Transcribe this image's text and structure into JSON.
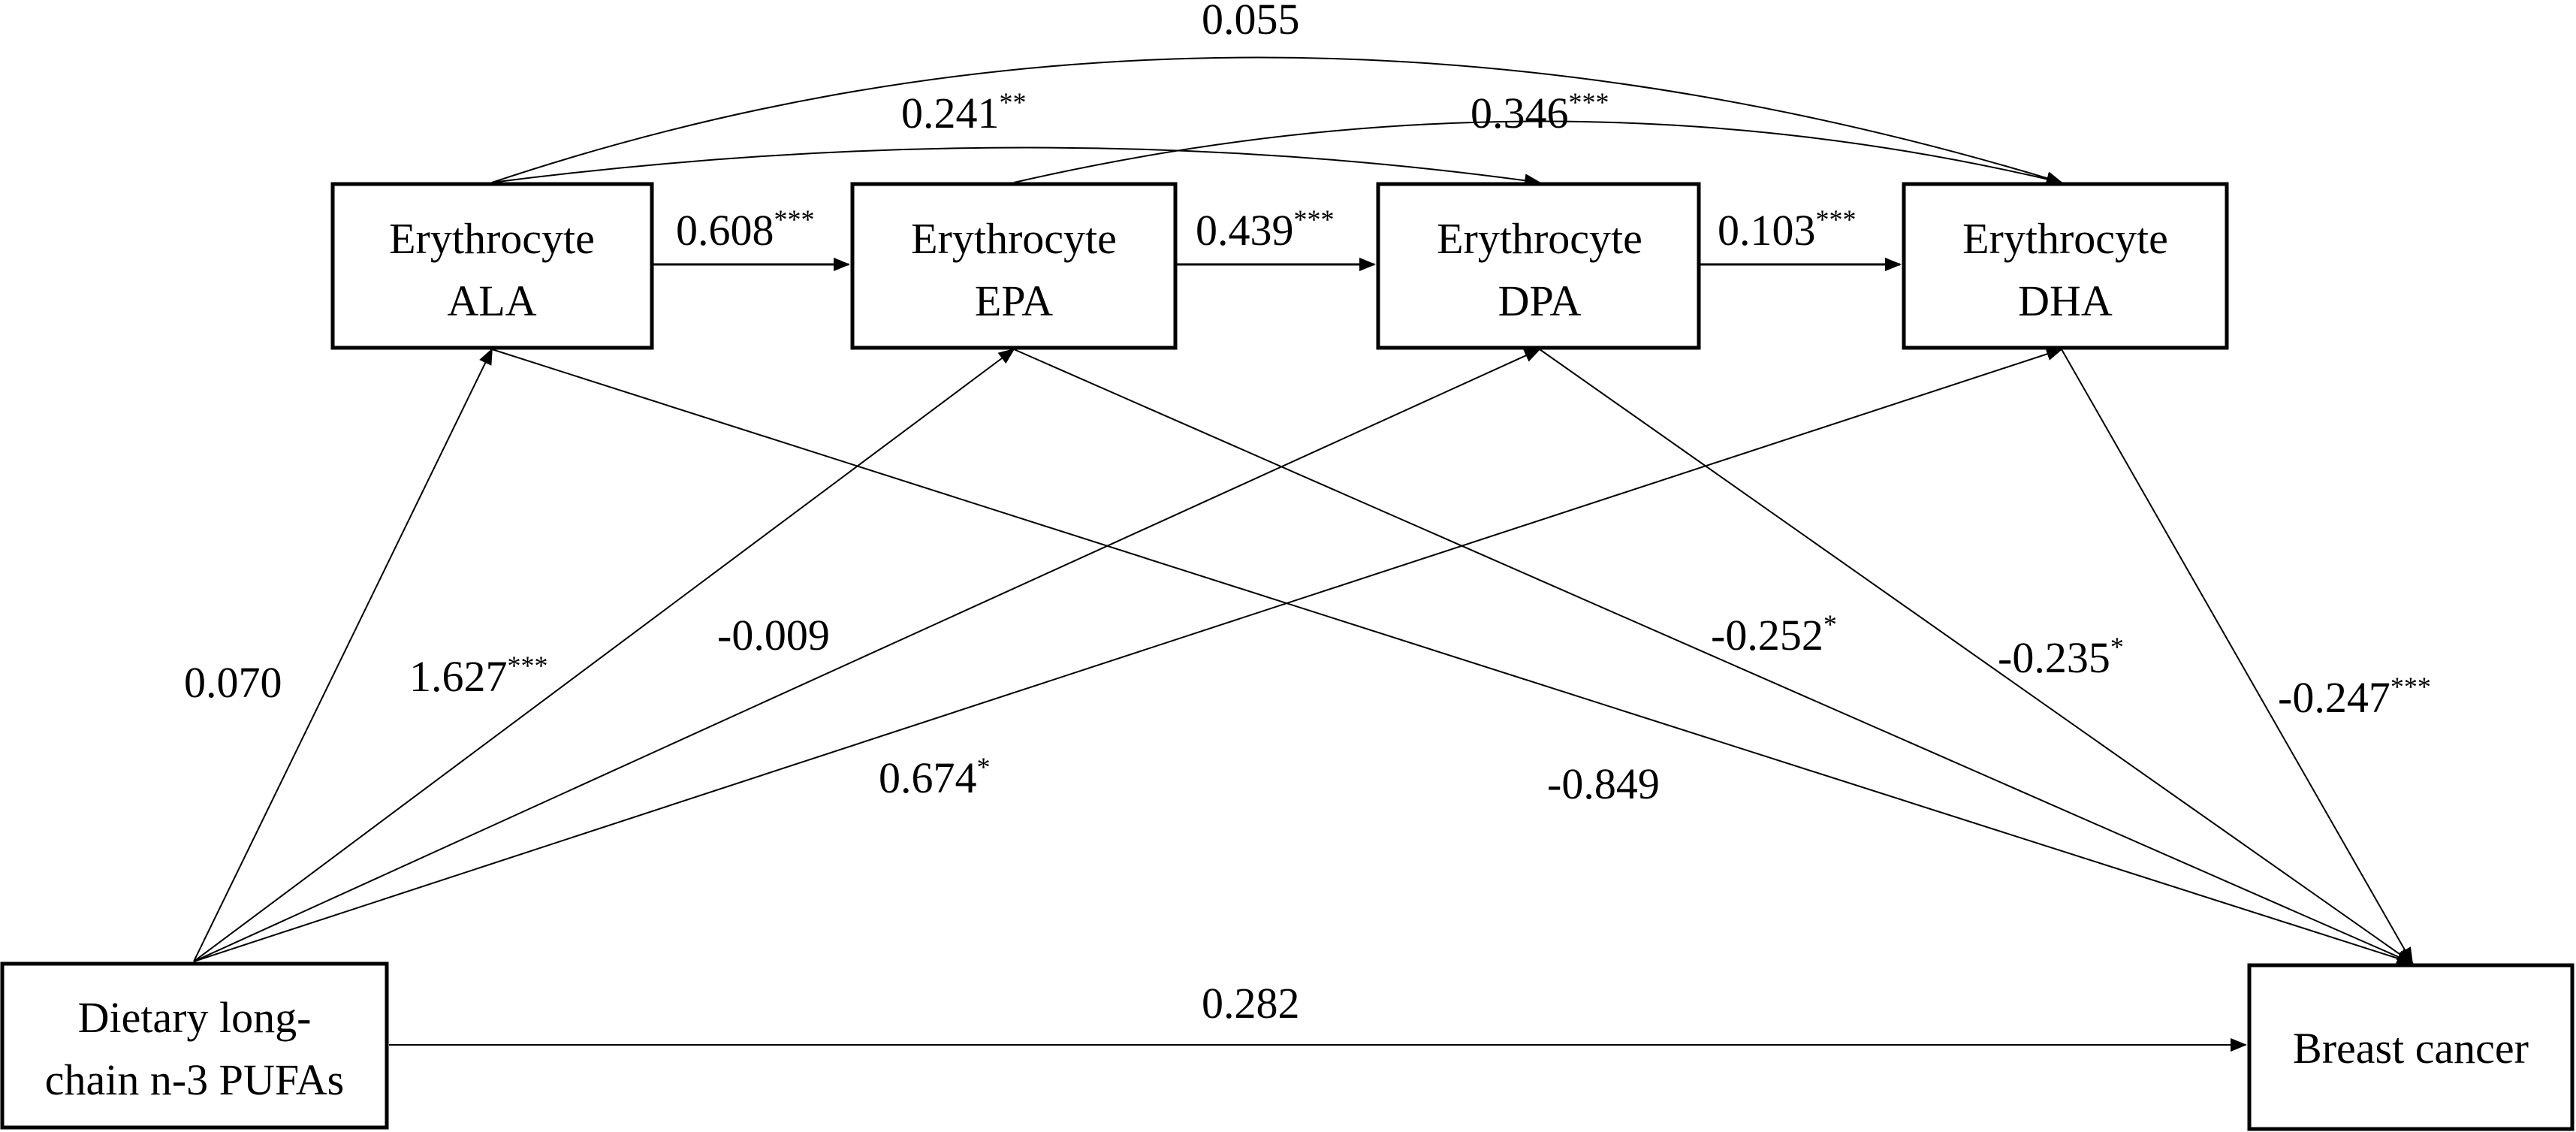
{
  "nodes": {
    "ala": {
      "line1": "Erythrocyte",
      "line2": "ALA"
    },
    "epa": {
      "line1": "Erythrocyte",
      "line2": "EPA"
    },
    "dpa": {
      "line1": "Erythrocyte",
      "line2": "DPA"
    },
    "dha": {
      "line1": "Erythrocyte",
      "line2": "DHA"
    },
    "diet": {
      "line1": "Dietary long-",
      "line2": "chain n-3 PUFAs"
    },
    "bc": {
      "line1": "Breast cancer"
    }
  },
  "edges": {
    "ala_epa": {
      "value": "0.608",
      "sig": "***"
    },
    "epa_dpa": {
      "value": "0.439",
      "sig": "***"
    },
    "dpa_dha": {
      "value": "0.103",
      "sig": "***"
    },
    "ala_dpa": {
      "value": "0.241",
      "sig": "**"
    },
    "epa_dha": {
      "value": "0.346",
      "sig": "***"
    },
    "ala_dha": {
      "value": "0.055",
      "sig": ""
    },
    "diet_ala": {
      "value": "0.070",
      "sig": ""
    },
    "diet_epa": {
      "value": "1.627",
      "sig": "***"
    },
    "diet_dpa": {
      "value": "-0.009",
      "sig": ""
    },
    "diet_dha": {
      "value": "0.674",
      "sig": "*"
    },
    "epa_bc": {
      "value": "-0.252",
      "sig": "*"
    },
    "dpa_bc": {
      "value": "-0.235",
      "sig": "*"
    },
    "dha_bc": {
      "value": "-0.247",
      "sig": "***"
    },
    "ala_bc": {
      "value": "-0.849",
      "sig": ""
    },
    "diet_bc": {
      "value": "0.282",
      "sig": ""
    }
  }
}
